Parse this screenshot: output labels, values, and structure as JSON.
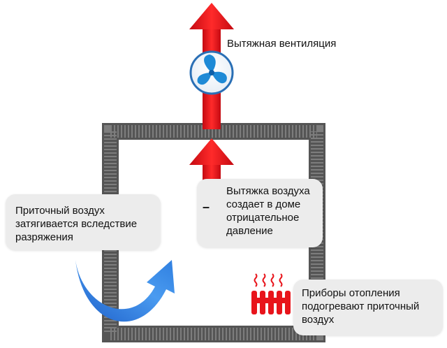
{
  "labels": {
    "exhaust": "Вытяжная вентиляция",
    "intake": [
      "Приточный воздух",
      "затягивается вследствие",
      "разряжения"
    ],
    "pressure": [
      "Вытяжка воздуха",
      "создает в доме",
      "отрицательное",
      "давление"
    ],
    "pressure_sign": "–",
    "heater": [
      "Приборы отопления",
      "подогревают приточный",
      "воздух"
    ]
  },
  "icons": {
    "fan": "fan-icon",
    "exhaust_arrow": "up-arrow-icon",
    "intake_arrow": "curved-arrow-icon",
    "heater": "radiator-icon",
    "heat_waves": "heat-waves-icon"
  },
  "colors": {
    "arrow": "#e8141b",
    "wall": "#6b6b6b",
    "fan_blue": "#1e8ad6",
    "intake_blue": "#3a8fe6",
    "radiator": "#e8141b",
    "callout_bg": "#ececec"
  }
}
